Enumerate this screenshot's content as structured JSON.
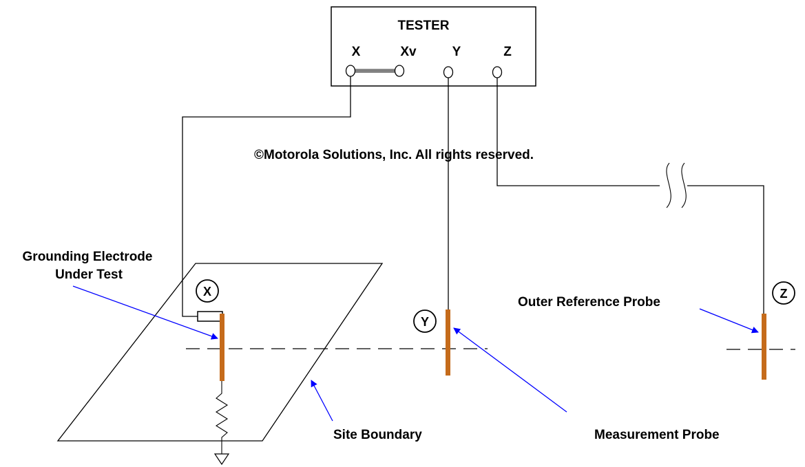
{
  "tester": {
    "title": "TESTER",
    "terminals": [
      "X",
      "Xv",
      "Y",
      "Z"
    ]
  },
  "copyright": "©Motorola Solutions, Inc. All rights reserved.",
  "markers": {
    "x": "X",
    "y": "Y",
    "z": "Z"
  },
  "labels": {
    "grounding_electrode_line1": "Grounding Electrode",
    "grounding_electrode_line2": "Under Test",
    "outer_reference_probe": "Outer Reference Probe",
    "site_boundary": "Site Boundary",
    "measurement_probe": "Measurement Probe"
  },
  "colors": {
    "probe": "#c56b1b",
    "arrow": "#0000ff",
    "jumper": "#8a8a8a",
    "line": "#000000"
  }
}
